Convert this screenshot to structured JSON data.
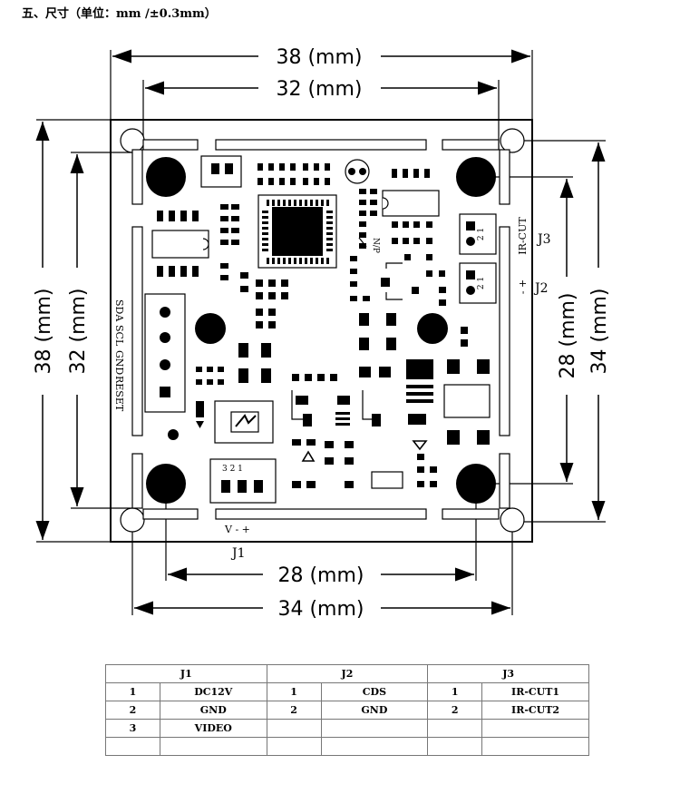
{
  "heading": "五、尺寸（单位：mm /±0.3mm）",
  "dimensions": {
    "top_outer": "38 (mm)",
    "top_inner": "32 (mm)",
    "left_outer": "38 (mm)",
    "left_inner": "32 (mm)",
    "right_inner": "28 (mm)",
    "right_outer": "34 (mm)",
    "bottom_inner": "28 (mm)",
    "bottom_outer": "34 (mm)"
  },
  "silkscreen": {
    "i2c_pins": [
      "SDA",
      "SCL",
      "GND",
      "RESET"
    ],
    "ir_cut": "IR-CUT",
    "j3_pins": "2 1",
    "j2_pins": "2 1",
    "j2_polarity": "- +",
    "j1_pins": "3 2 1",
    "j1_polarity": "V - +",
    "np_mark": "N/P"
  },
  "connector_labels": {
    "j1": "J1",
    "j2": "J2",
    "j3": "J3"
  },
  "table": {
    "headers": [
      "J1",
      "J2",
      "J3"
    ],
    "rows": [
      [
        "1",
        "DC12V",
        "1",
        "CDS",
        "1",
        "IR-CUT1"
      ],
      [
        "2",
        "GND",
        "2",
        "GND",
        "2",
        "IR-CUT2"
      ],
      [
        "3",
        "VIDEO",
        "",
        "",
        "",
        ""
      ],
      [
        "",
        "",
        "",
        "",
        "",
        ""
      ]
    ]
  }
}
